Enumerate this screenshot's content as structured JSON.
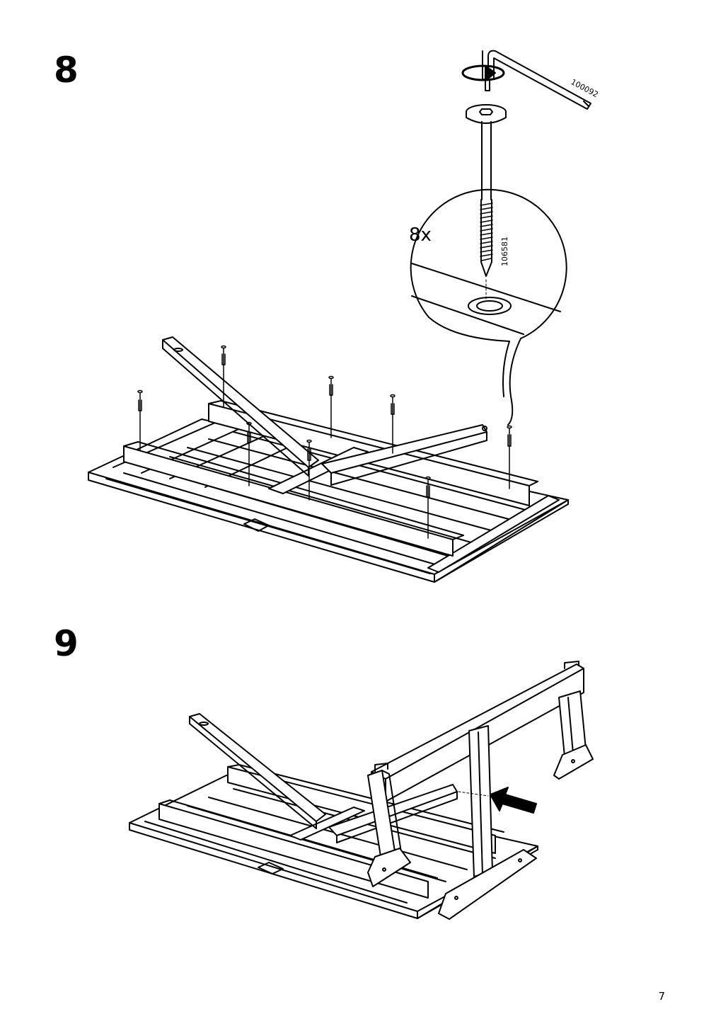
{
  "steps": [
    {
      "number": "8",
      "quantity": "8x",
      "tool_part_number": "100092",
      "screw_part_number": "106581"
    },
    {
      "number": "9"
    }
  ],
  "page_number": "7"
}
